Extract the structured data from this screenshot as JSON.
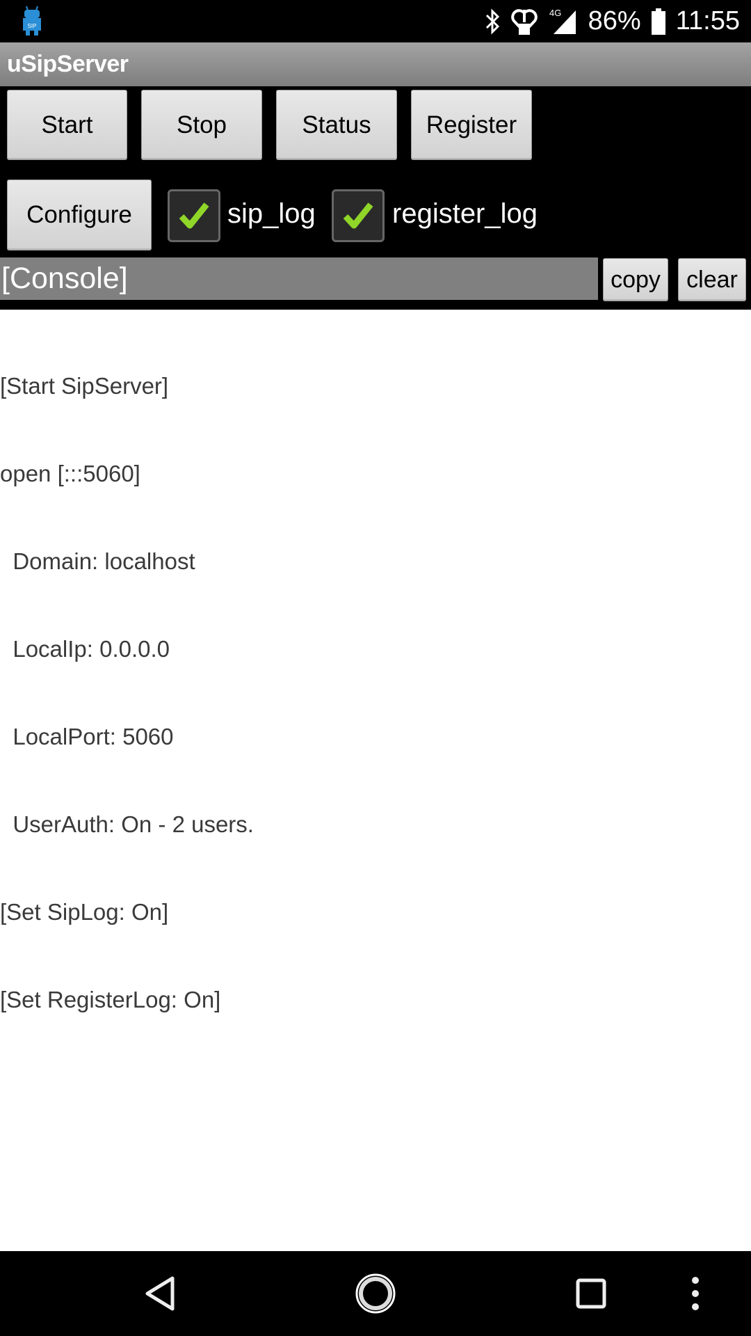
{
  "status_bar": {
    "app_icon": "sip-android-icon",
    "icons": [
      "bluetooth-icon",
      "health-heart-icon",
      "signal-4g-icon"
    ],
    "network": "4G",
    "battery": "86%",
    "time": "11:55"
  },
  "app": {
    "title": "uSipServer"
  },
  "toolbar": {
    "buttons": [
      {
        "label": "Start"
      },
      {
        "label": "Stop"
      },
      {
        "label": "Status"
      },
      {
        "label": "Register"
      }
    ],
    "configure_label": "Configure",
    "checkboxes": [
      {
        "label": "sip_log",
        "checked": true
      },
      {
        "label": "register_log",
        "checked": true
      }
    ]
  },
  "console": {
    "title": "[Console]",
    "copy_label": "copy",
    "clear_label": "clear",
    "lines": [
      "[Start SipServer]",
      "open [:::5060]",
      "  Domain: localhost",
      "  LocalIp: 0.0.0.0",
      "  LocalPort: 5060",
      "  UserAuth: On - 2 users.",
      "[Set SipLog: On]",
      "[Set RegisterLog: On]"
    ]
  },
  "nav_bar": {
    "back": "back-icon",
    "home": "home-icon",
    "recents": "recents-icon",
    "menu": "overflow-menu-icon"
  },
  "colors": {
    "checkmark": "#8fd629",
    "console_bar": "#808080",
    "button_bg": "#dcdcdc"
  }
}
